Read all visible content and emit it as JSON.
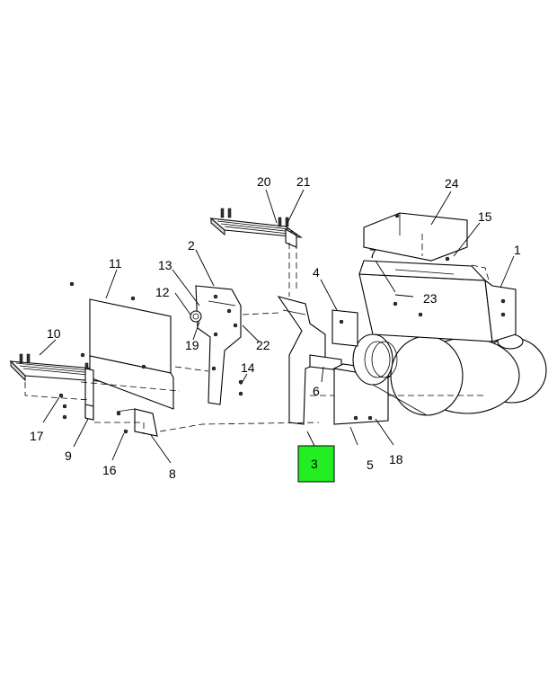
{
  "callouts": {
    "c1": "1",
    "c2": "2",
    "c3": "3",
    "c4": "4",
    "c5": "5",
    "c6": "6",
    "c7": "7",
    "c8": "8",
    "c9": "9",
    "c10": "10",
    "c11": "11",
    "c12": "12",
    "c13": "13",
    "c14": "14",
    "c15": "15",
    "c16": "16",
    "c17": "17",
    "c18": "18",
    "c19": "19",
    "c20": "20",
    "c21": "21",
    "c22": "22",
    "c23": "23",
    "c24": "24"
  },
  "highlight": {
    "label": "3",
    "color": "#22ee22"
  }
}
